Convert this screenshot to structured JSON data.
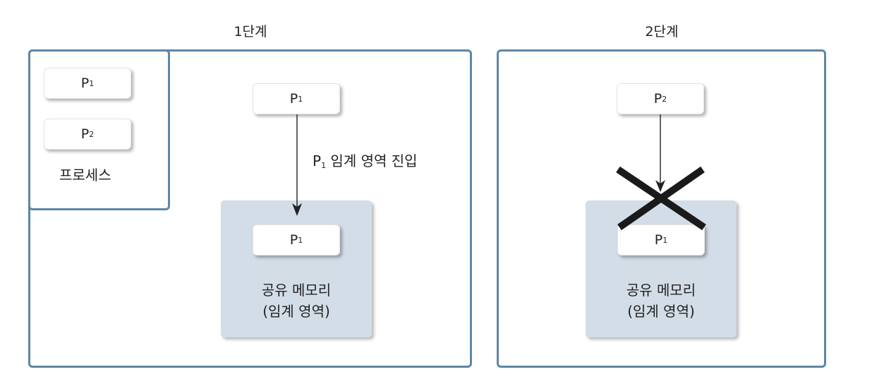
{
  "stages": [
    {
      "title": "1단계",
      "process_area": {
        "caption": "프로세스",
        "processes": [
          {
            "name": "P",
            "sub": "1"
          },
          {
            "name": "P",
            "sub": "2"
          }
        ]
      },
      "entering_process": {
        "name": "P",
        "sub": "1"
      },
      "arrow_label": {
        "name": "P",
        "sub": "1",
        "text": "임계 영역 진입"
      },
      "shared_memory": {
        "process": {
          "name": "P",
          "sub": "1"
        },
        "label_line1": "공유 메모리",
        "label_line2": "(임계 영역)"
      }
    },
    {
      "title": "2단계",
      "entering_process": {
        "name": "P",
        "sub": "2"
      },
      "blocked": true,
      "shared_memory": {
        "process": {
          "name": "P",
          "sub": "1"
        },
        "label_line1": "공유 메모리",
        "label_line2": "(임계 영역)"
      }
    }
  ],
  "colors": {
    "frame_border": "#5d87a5",
    "shared_fill": "#d3dde7",
    "cross": "#1a1a1a"
  }
}
